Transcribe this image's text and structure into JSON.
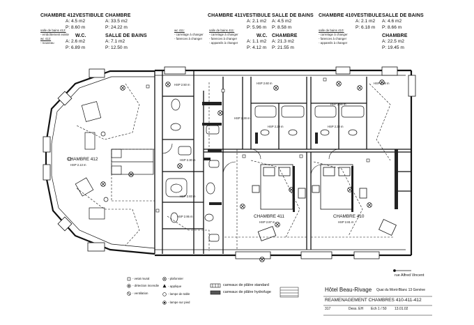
{
  "headers": {
    "chambre412": {
      "vest_title": "CHAMBRE 412VESTIBULE",
      "vest_a": "A: 4.5 m2",
      "vest_p": "P: 8.60 m",
      "ch_title": "CHAMBRE",
      "ch_a": "A: 33.5 m2",
      "ch_p": "P: 24.22 m",
      "wc_title": "W.C.",
      "wc_a": "A: 2.6 m2",
      "wc_p": "P: 6.89 m",
      "sdb_title": "SALLE DE BAINS",
      "sdb_a": "A: 7.1 m2",
      "sdb_p": "P: 12.50 m"
    },
    "chambre411": {
      "vest_title": "CHAMBRE 411VESTIBULE",
      "vest_a": "A: 2.1 m2",
      "vest_p": "P: 5.96 m",
      "sdb_title": "SALLE DE BAINS",
      "sdb_a": "A: 4.5 m2",
      "sdb_p": "P: 8.58 m",
      "wc_title": "W.C.",
      "wc_a": "A: 1.1 m2",
      "wc_p": "P: 4.12 m",
      "ch_title": "CHAMBRE",
      "ch_a": "A: 21.3 m2",
      "ch_p": "P: 21.55 m"
    },
    "chambre410": {
      "vest_title": "CHAMBRE 410VESTIBULE",
      "vest_a": "A: 2.1 m2",
      "vest_p": "P: 6.18 m",
      "sdb_title": "SALLE DE BAINS",
      "sdb_a": "A: 4.6 m2",
      "sdb_p": "P: 8.66 m",
      "ch_title": "CHAMBRE",
      "ch_a": "A: 22.5 m2",
      "ch_p": "P: 19.45 m"
    }
  },
  "notes": {
    "n412_h": "salle de bains 412:",
    "n412_1": "- emboîtement existe",
    "n412_2": "wc 412:",
    "n412_3": "- nouveau",
    "n411_h": "wc 411:",
    "n411_1": "- carrelage à changer",
    "n411_2": "- faïences à changer",
    "n411_3": "salle de bains 411:",
    "n411_4": "- carrelage à changer",
    "n411_5": "- faïences à changer",
    "n411_6": "- appareils à changer",
    "n410_h": "salle de bains 410:",
    "n410_1": "- carrelage à changer",
    "n410_2": "- faïences à changer",
    "n410_3": "- appareils à changer"
  },
  "rooms": {
    "r412": "CHAMBRE 412",
    "r412_hsp": "HSP 2.13 m",
    "r411": "CHAMBRE 411",
    "r411_hsp": "HSP 2.87 m",
    "r410": "CHAMBRE 410",
    "r410_hsp": "HSP 2.81 m",
    "hsp_a": "HSP 2.50 m",
    "hsp_b": "HSP 2.60 m",
    "hsp_c": "HSP 2.98 m",
    "hsp_d": "HSP 2.28 m",
    "hsp_e": "HSP 2.29 m",
    "hsp_f": "HSP 2.30 m",
    "hsp_g": "HSP 2.30 m",
    "hsp_h": "HSP 2.95 m",
    "hsp_i": "HSP 2.90 m",
    "hsp_j": "HSP 2.83 m"
  },
  "architect": "rue Alfred Vincent",
  "legend": {
    "l1": "- vetat mural",
    "l2": "- détection incendie",
    "l3": "- ventilation",
    "l4": "- plafonnier",
    "l5": "- applique",
    "l6": "- lampe de table",
    "l7": "- lampe sur pied",
    "m1": "carreaux de plâtre standard",
    "m2": "carreaux de plâtre hydrofuge"
  },
  "title_block": {
    "hotel": "Hôtel Beau-Rivage",
    "address": "Quai du Mont-Blanc 13  Genève",
    "project": "REAMENAGEMENT CHAMBRES  410-411-412",
    "number": "317",
    "dessine": "Dess. EH",
    "echelle": "Ech 1 / 50",
    "date": "13.01.02"
  }
}
